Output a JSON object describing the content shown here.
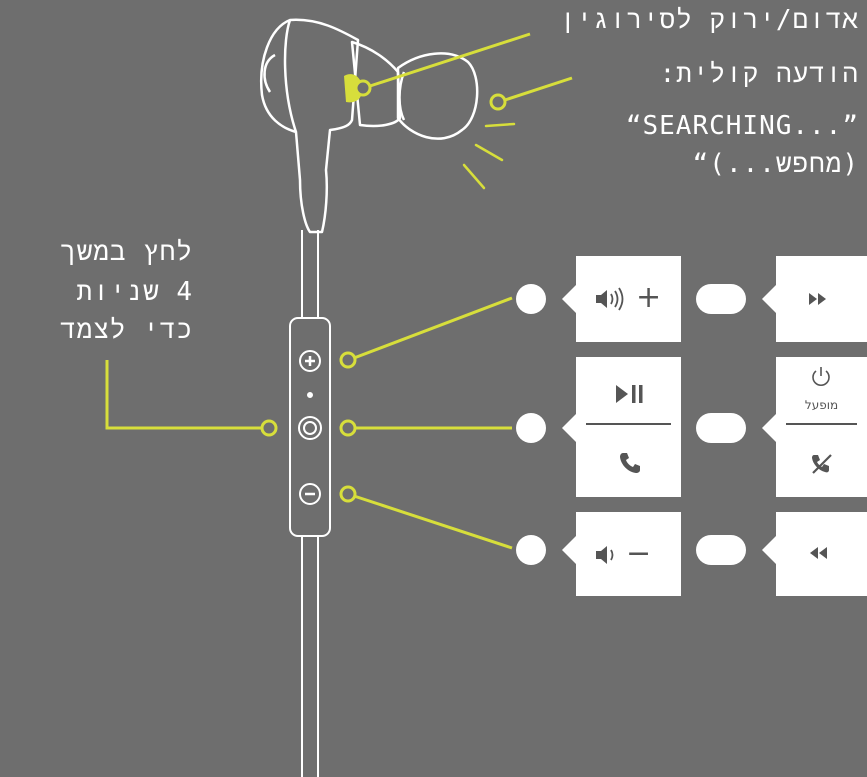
{
  "callouts": {
    "pairing_text": "אדום/ירוק לסירוגין",
    "voice_prompt_line1": "הודעה קולית:",
    "voice_prompt_line2": "“SEARCHING...”",
    "voice_prompt_line3": "(מחפש...)“",
    "hold_line1": "לחץ במשך",
    "hold_line2": "4 שניות",
    "hold_line3": "כדי לצמד"
  },
  "controls": {
    "plus_symbol": "+",
    "minus_symbol": "−",
    "power_label": "מופעל"
  },
  "colors": {
    "background": "#6e6e6e",
    "accent": "#d7de3b",
    "line": "#ffffff",
    "card": "#ffffff",
    "icon": "#555555"
  },
  "icons": [
    "volume-up-icon",
    "fast-forward-icon",
    "play-pause-icon",
    "phone-icon",
    "power-icon",
    "end-call-icon",
    "volume-down-icon",
    "rewind-icon"
  ]
}
